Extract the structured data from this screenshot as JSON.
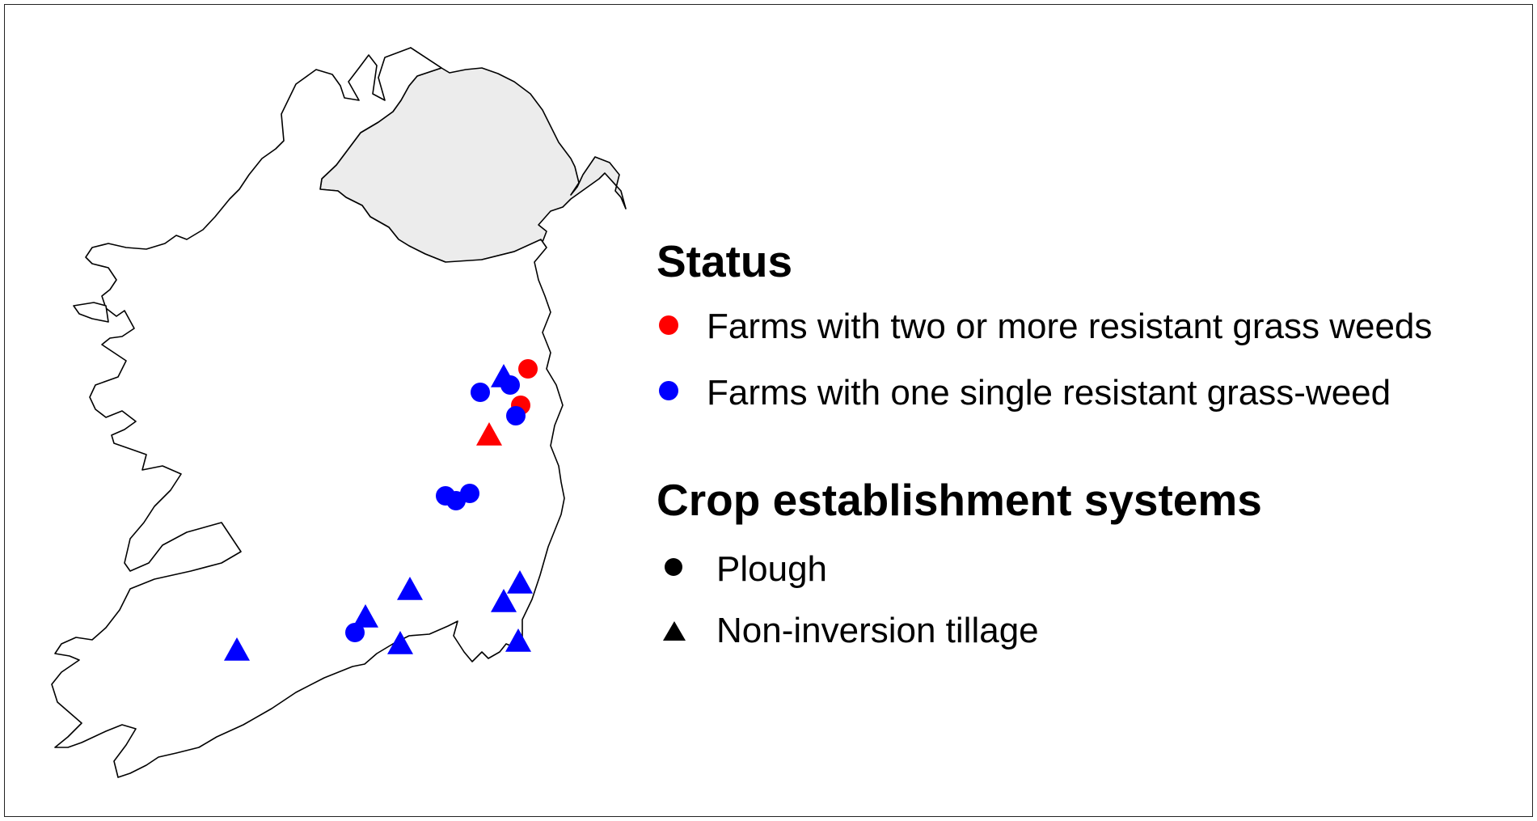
{
  "legend": {
    "status_title": "Status",
    "status_items": [
      {
        "label": "Farms with two or more resistant grass weeds",
        "color": "#ff0000"
      },
      {
        "label": "Farms with one single resistant grass-weed",
        "color": "#0000ff"
      }
    ],
    "crop_title": "Crop establishment systems",
    "crop_items": [
      {
        "label": "Plough",
        "symbol": "circle"
      },
      {
        "label": "Non-inversion tillage",
        "symbol": "triangle"
      }
    ]
  },
  "colors": {
    "red": "#ff0000",
    "blue": "#0000ff",
    "ni_fill": "#ececec",
    "outline": "#000000"
  }
}
